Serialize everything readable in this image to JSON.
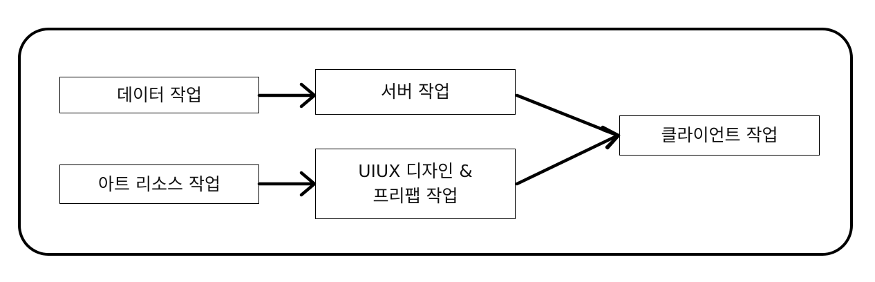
{
  "diagram": {
    "nodes": {
      "data_work": "데이터 작업",
      "server_work": "서버 작업",
      "art_resource_work": "아트 리소스 작업",
      "uiux_work": "UIUX 디자인 &\n프리팹 작업",
      "client_work": "클라이언트 작업"
    },
    "edges": [
      {
        "from": "data_work",
        "to": "server_work"
      },
      {
        "from": "art_resource_work",
        "to": "uiux_work"
      },
      {
        "from": "server_work",
        "to": "client_work"
      },
      {
        "from": "uiux_work",
        "to": "client_work"
      }
    ],
    "colors": {
      "stroke": "#000000",
      "background": "#ffffff",
      "text": "#111111"
    }
  }
}
